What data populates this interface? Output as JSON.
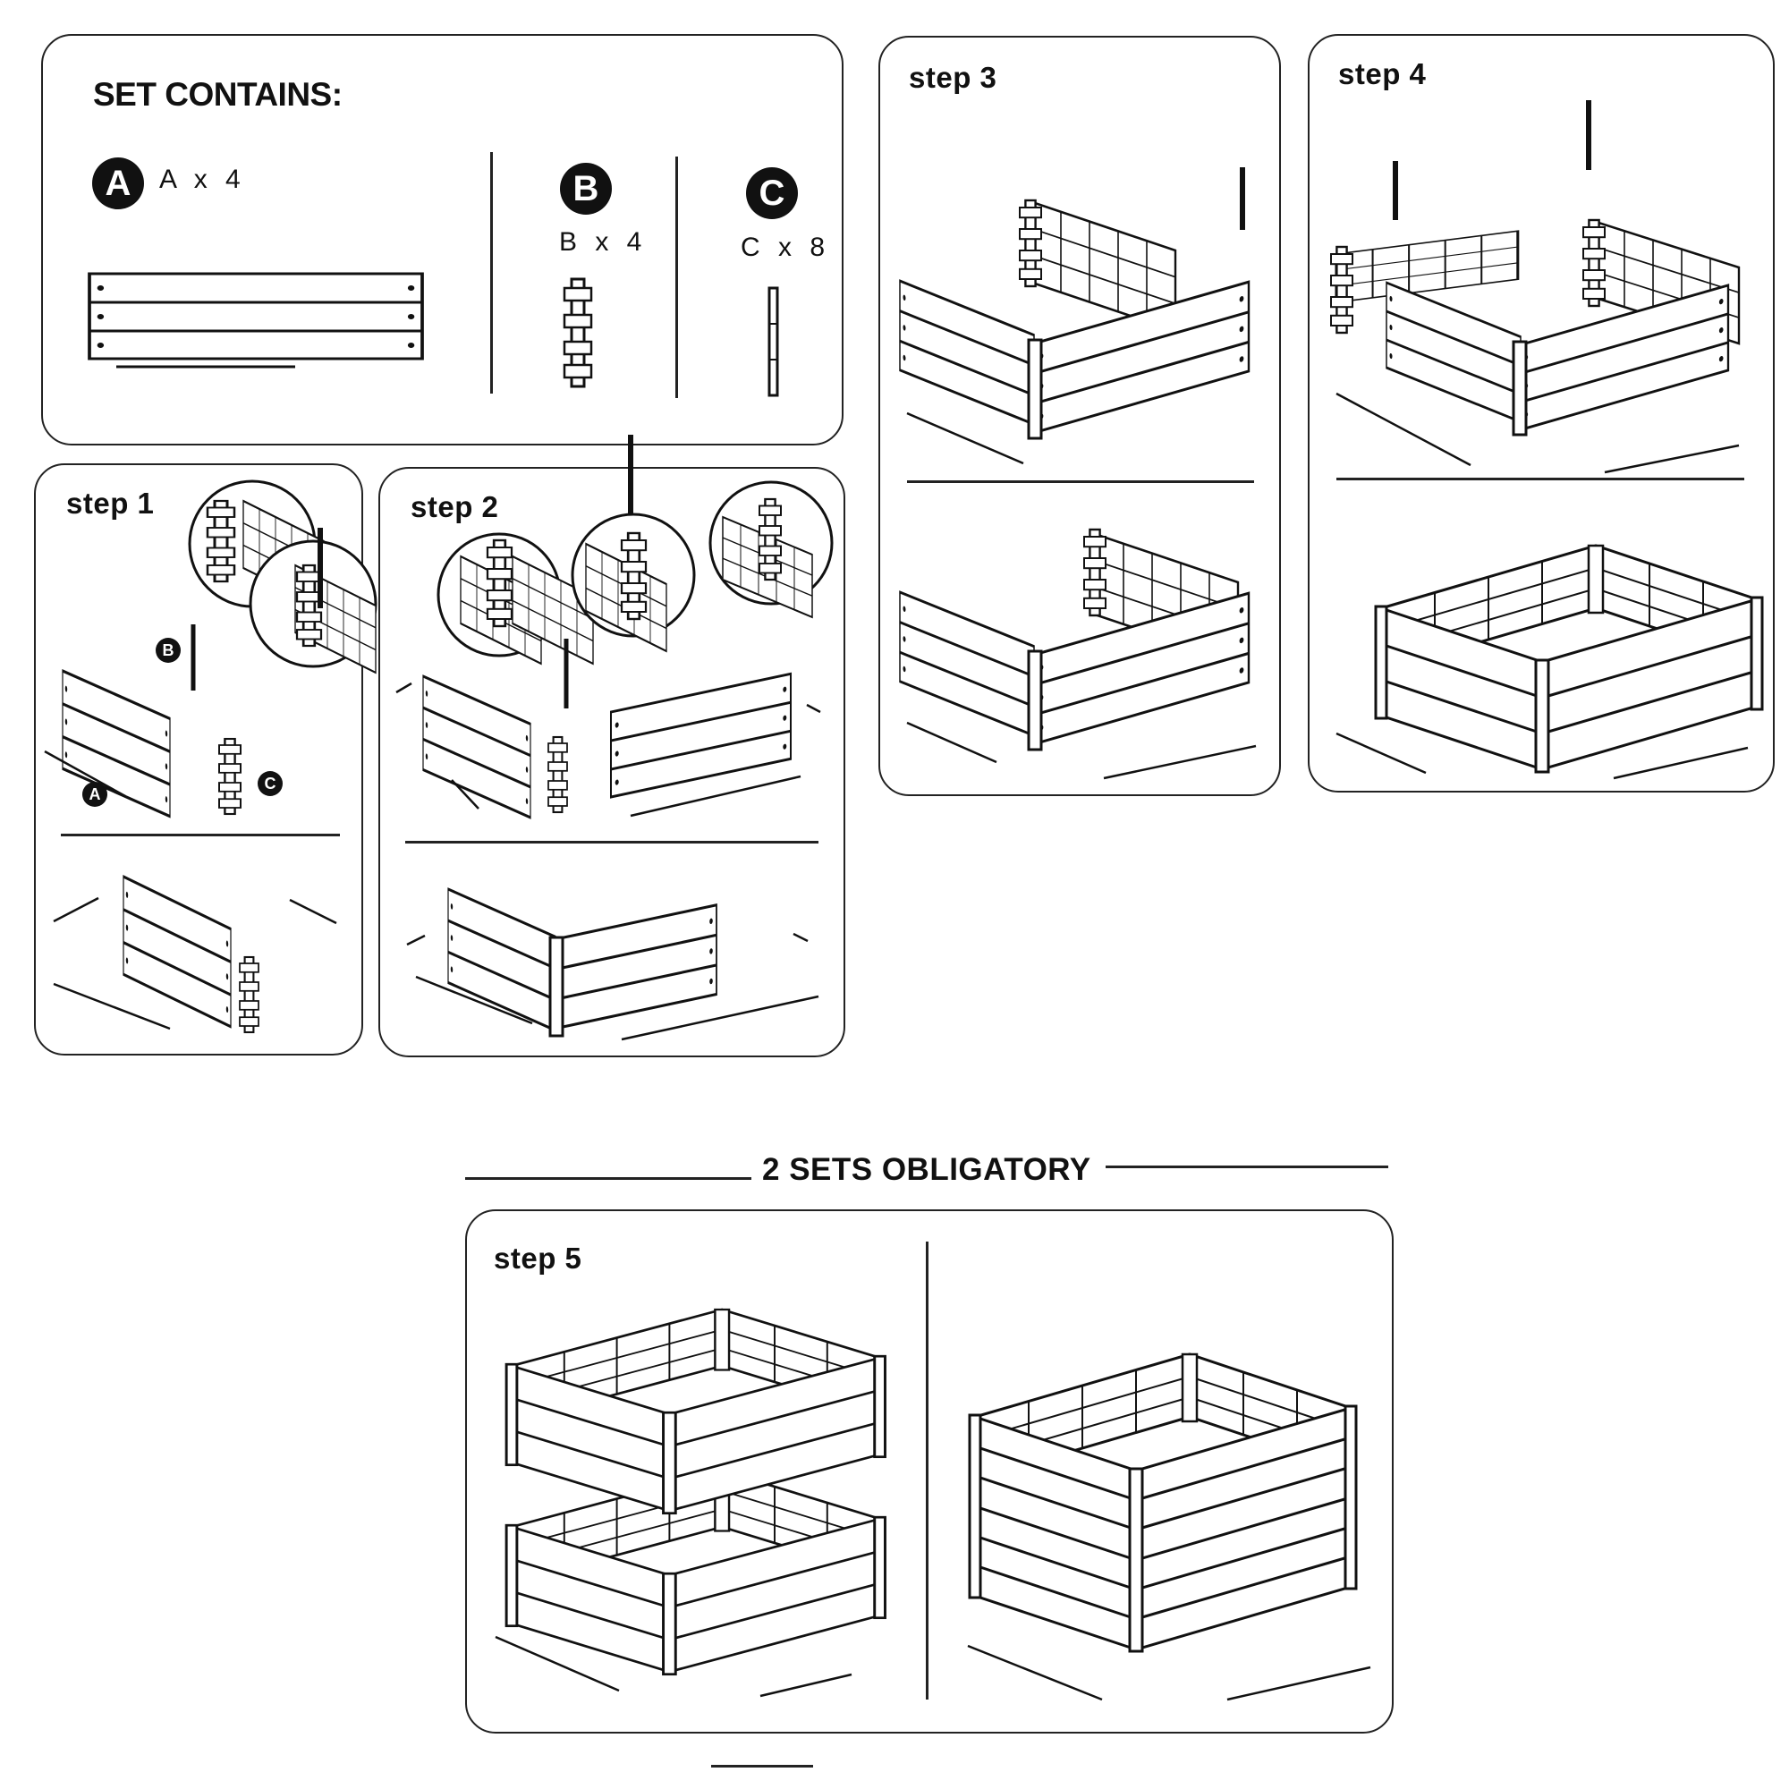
{
  "set_contains": {
    "title": "SET CONTAINS:",
    "parts": [
      {
        "letter": "A",
        "count": "A x 4"
      },
      {
        "letter": "B",
        "count": "B x 4"
      },
      {
        "letter": "C",
        "count": "C x 8"
      }
    ]
  },
  "steps": {
    "step1": {
      "label": "step 1",
      "callouts": [
        "B",
        "A",
        "C"
      ]
    },
    "step2": {
      "label": "step 2"
    },
    "step3": {
      "label": "step 3"
    },
    "step4": {
      "label": "step 4"
    },
    "step5": {
      "label": "step 5"
    }
  },
  "banner": "2 SETS OBLIGATORY"
}
